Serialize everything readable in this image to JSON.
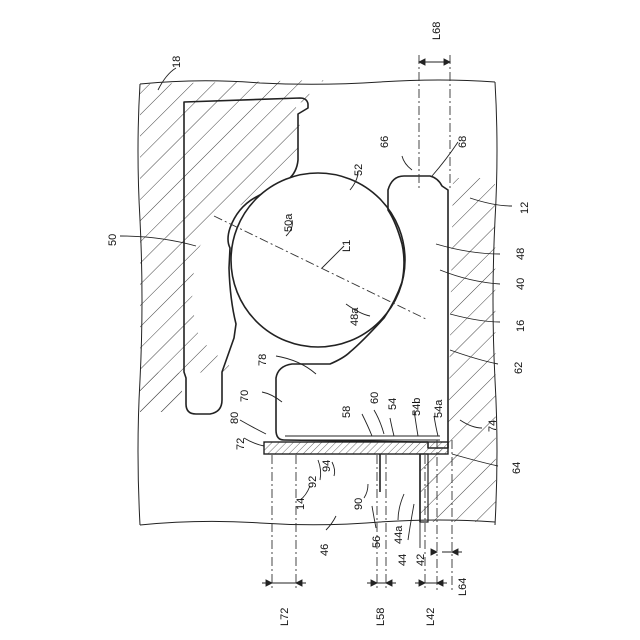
{
  "labels": {
    "r18": "18",
    "r50": "50",
    "r50a": "50a",
    "r52": "52",
    "rL1": "L1",
    "r66": "66",
    "r68": "68",
    "r12": "12",
    "r48": "48",
    "r40": "40",
    "r48a": "48a",
    "r16": "16",
    "r62": "62",
    "r78": "78",
    "r70": "70",
    "r60": "60",
    "r58": "58",
    "r54": "54",
    "r54b": "54b",
    "r54a": "54a",
    "r74": "74",
    "r80": "80",
    "r72": "72",
    "r64": "64",
    "r92": "92",
    "r94": "94",
    "r14": "14",
    "r90": "90",
    "r46": "46",
    "r56": "56",
    "r44a": "44a",
    "r44": "44",
    "r42": "42",
    "rL68": "L68",
    "rL72": "L72",
    "rL58": "L58",
    "rL42": "L42",
    "rL64": "L64"
  }
}
